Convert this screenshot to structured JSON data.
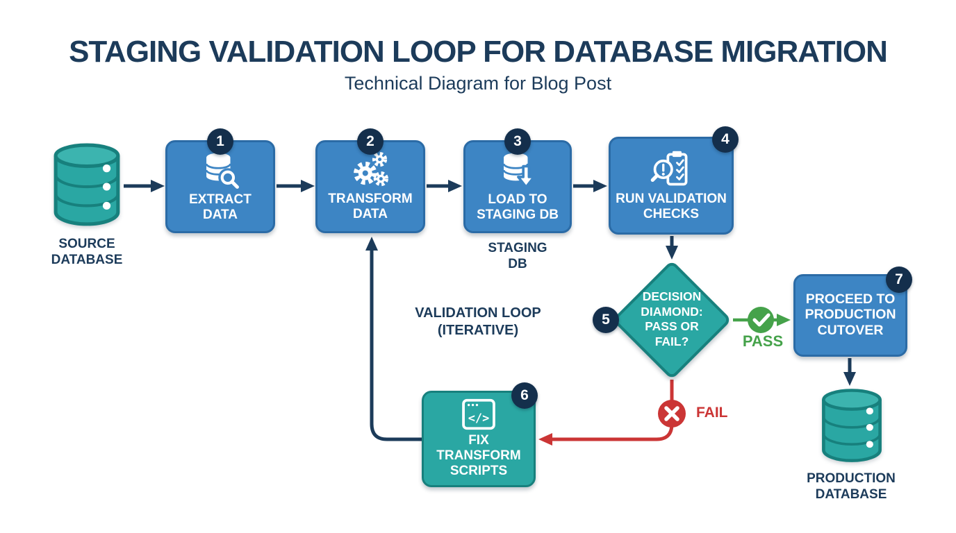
{
  "header": {
    "title": "STAGING VALIDATION LOOP FOR DATABASE MIGRATION",
    "subtitle": "Technical Diagram for Blog Post"
  },
  "nodes": {
    "source_db": {
      "label": "SOURCE\nDATABASE",
      "icon": "database-icon"
    },
    "step1": {
      "badge": "1",
      "label": "EXTRACT\nDATA",
      "icon": "database-search-icon"
    },
    "step2": {
      "badge": "2",
      "label": "TRANSFORM\nDATA",
      "icon": "gears-icon"
    },
    "step3": {
      "badge": "3",
      "label": "LOAD TO\nSTAGING DB",
      "sublabel": "STAGING\nDB",
      "icon": "database-load-icon"
    },
    "step4": {
      "badge": "4",
      "label": "RUN VALIDATION\nCHECKS",
      "icon": "validation-checklist-icon"
    },
    "decision": {
      "badge": "5",
      "label": "DECISION\nDIAMOND:\nPASS OR\nFAIL?"
    },
    "step6": {
      "badge": "6",
      "label": "FIX\nTRANSFORM\nSCRIPTS",
      "icon": "code-window-icon",
      "code_glyph": "</>"
    },
    "step7": {
      "badge": "7",
      "label": "PROCEED TO\nPRODUCTION\nCUTOVER"
    },
    "production_db": {
      "label": "PRODUCTION\nDATABASE",
      "icon": "database-icon"
    }
  },
  "annotations": {
    "loop_label": "VALIDATION LOOP\n(ITERATIVE)",
    "pass": {
      "label": "PASS",
      "icon": "check-circle-icon"
    },
    "fail": {
      "label": "FAIL",
      "icon": "x-circle-icon"
    }
  },
  "colors": {
    "navy": "#1c3b5a",
    "badge_navy": "#142f4c",
    "box_blue": "#3d85c4",
    "box_blue_border": "#2b6ba6",
    "teal": "#2aa7a3",
    "teal_border": "#17807d",
    "teal_light": "#3cb4af",
    "green": "#45a24a",
    "red": "#cb3535"
  }
}
